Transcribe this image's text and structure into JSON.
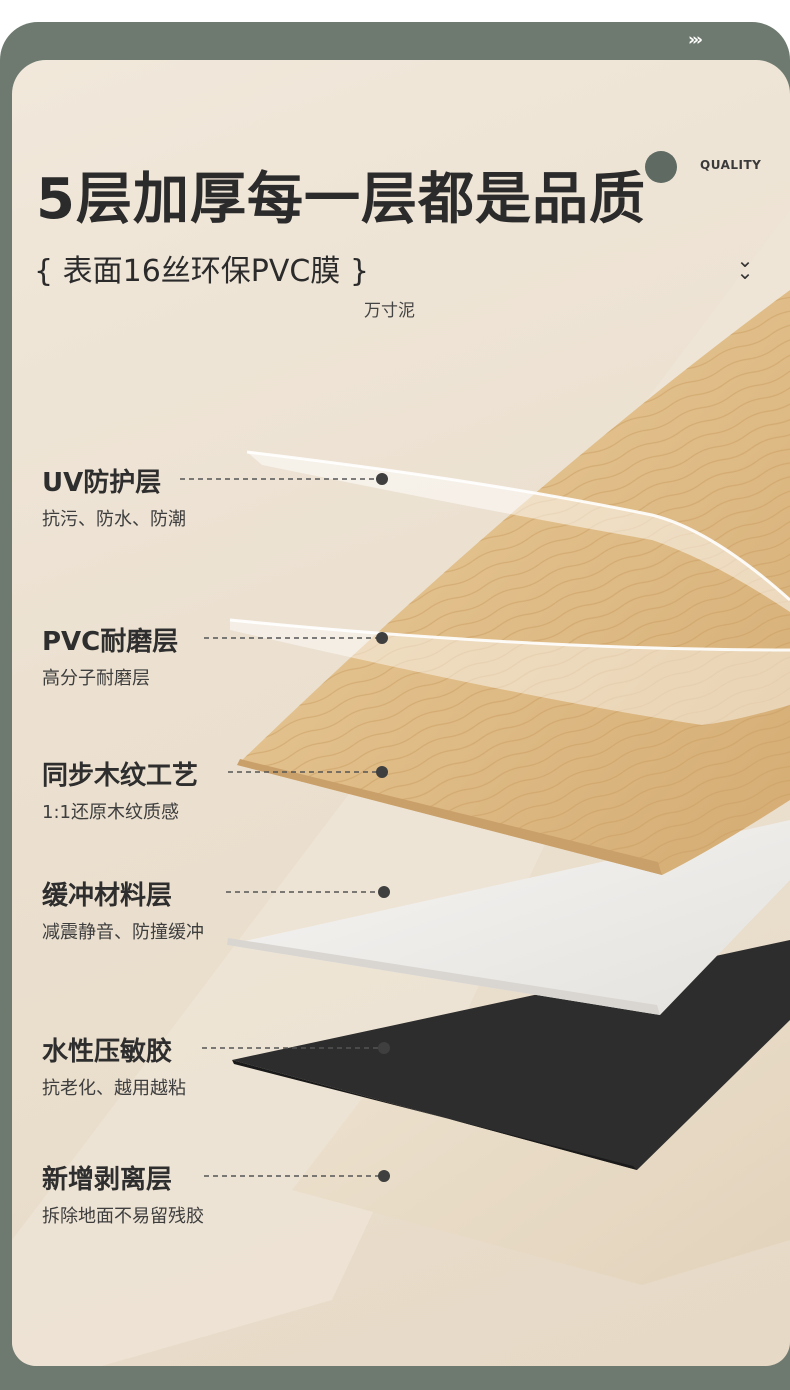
{
  "header": {
    "arrows": "›››",
    "quality": "QUALITY"
  },
  "title": "5层加厚每一层都是品质",
  "subtitle": "{ 表面16丝环保PVC膜 }",
  "brand": "万寸泥",
  "chevron_icon": "double-chevron-down-icon",
  "colors": {
    "frame": "#6e7a70",
    "background": "#efe5d6",
    "wood": "#e0c08e",
    "text": "#2b2b2b"
  },
  "layers": [
    {
      "name": "UV防护层",
      "desc": "抗污、防水、防潮"
    },
    {
      "name": "PVC耐磨层",
      "desc": "高分子耐磨层"
    },
    {
      "name": "同步木纹工艺",
      "desc": "1:1还原木纹质感"
    },
    {
      "name": "缓冲材料层",
      "desc": "减震静音、防撞缓冲"
    },
    {
      "name": "水性压敏胶",
      "desc": "抗老化、越用越粘"
    },
    {
      "name": "新增剥离层",
      "desc": "拆除地面不易留残胶"
    }
  ]
}
